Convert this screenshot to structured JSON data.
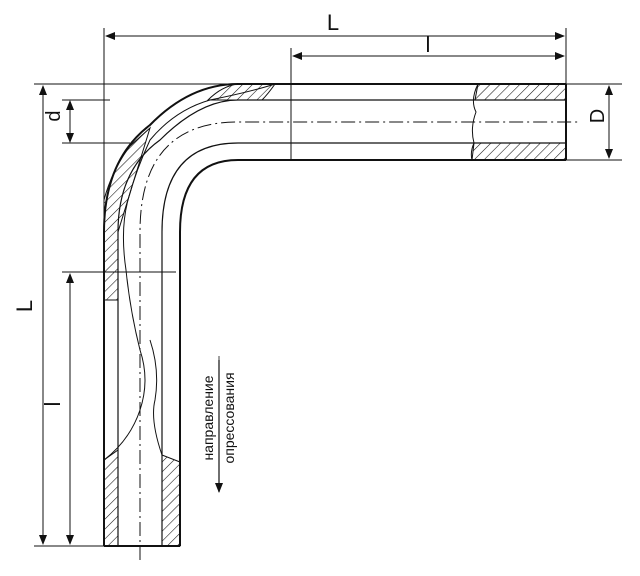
{
  "diagram": {
    "labels": {
      "overall_length_top": "L",
      "straight_length_top": "l",
      "inner_diameter": "d",
      "outer_diameter": "D",
      "overall_length_left": "L",
      "straight_length_left": "l"
    },
    "note": {
      "line1": "направление",
      "line2": "опрессования"
    },
    "colors": {
      "line": "#111111",
      "background": "#ffffff"
    }
  }
}
